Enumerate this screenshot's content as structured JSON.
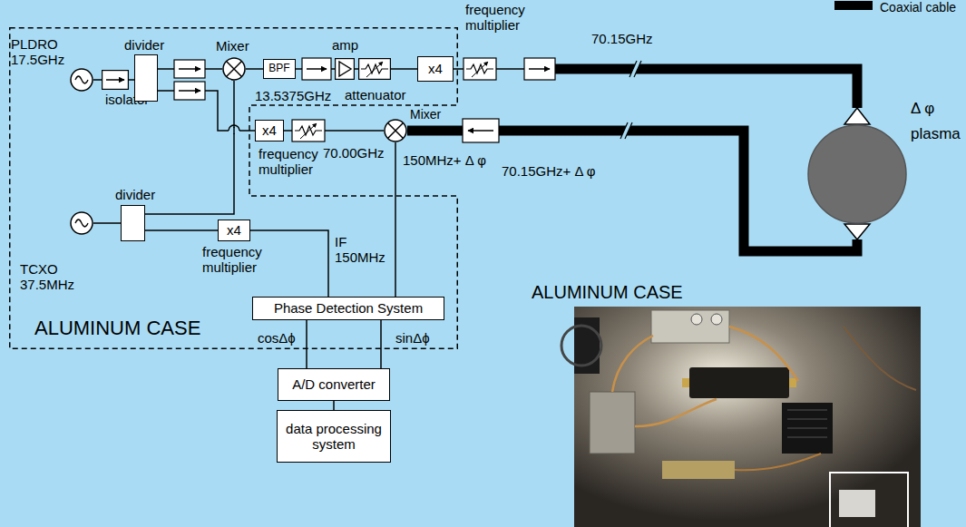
{
  "diagram": {
    "nodes": [
      {
        "text": [
          "ALUMINUM CASE"
        ]
      },
      {
        "text": [
          "PLDRO",
          "17.5GHz"
        ],
        "in": 0
      },
      {
        "text": [
          "isolator"
        ],
        "in": 0
      },
      {
        "text": [
          "divider"
        ],
        "in": 0
      },
      {
        "text": [
          "Mixer"
        ],
        "in": 0
      },
      {
        "text": [
          "BPF",
          "13.5375GHz"
        ],
        "in": 0
      },
      {
        "text": [
          "amp"
        ],
        "in": 0
      },
      {
        "text": [
          "attenuator"
        ],
        "in": 0
      },
      {
        "text": [
          "x4",
          "frequency multiplier"
        ],
        "in": 0
      },
      {
        "text": [
          "Δ φ",
          "plasma"
        ]
      },
      {
        "text": [
          "x4",
          "frequency multiplier"
        ]
      },
      {
        "text": [
          "Mixer"
        ]
      },
      {
        "text": [
          "TCXO",
          "37.5MHz"
        ],
        "in": 0
      },
      {
        "text": [
          "divider"
        ],
        "in": 0
      },
      {
        "text": [
          "x4",
          "frequency multiplier"
        ],
        "in": 0
      },
      {
        "text": [
          "Phase Detection System"
        ],
        "in": 0
      },
      {
        "text": [
          "A/D converter"
        ]
      },
      {
        "text": [
          "data processing system"
        ]
      }
    ],
    "edges": [
      {
        "from": 1,
        "to": 2,
        "arrow": "none"
      },
      {
        "from": 2,
        "to": 3,
        "arrow": "none"
      },
      {
        "from": 3,
        "to": 4,
        "arrow": "none"
      },
      {
        "from": 4,
        "to": 5,
        "arrow": "none"
      },
      {
        "from": 5,
        "to": 6,
        "arrow": "none"
      },
      {
        "from": 6,
        "to": 7,
        "arrow": "none"
      },
      {
        "from": 7,
        "to": 8,
        "arrow": "none"
      },
      {
        "from": 8,
        "to": 9,
        "label": "70.15GHz",
        "arrow": "none"
      },
      {
        "from": 9,
        "to": 11,
        "label": "70.15GHz+ Δ φ",
        "arrow": "none"
      },
      {
        "from": 3,
        "to": 10,
        "arrow": "none"
      },
      {
        "from": 10,
        "to": 11,
        "arrow": "none"
      },
      {
        "from": 12,
        "to": 13,
        "arrow": "none"
      },
      {
        "from": 13,
        "to": 4,
        "arrow": "none"
      },
      {
        "from": 13,
        "to": 14,
        "arrow": "none"
      },
      {
        "from": 14,
        "to": 15,
        "label": "IF 150MHz",
        "arrow": "none"
      },
      {
        "from": 11,
        "to": 15,
        "label": "150MHz+ Δ φ",
        "arrow": "none"
      },
      {
        "from": 15,
        "to": 16,
        "label": "cosΔϕ",
        "arrow": "none"
      },
      {
        "from": 15,
        "to": 16,
        "label": "sinΔϕ",
        "arrow": "none"
      },
      {
        "from": 16,
        "to": 17,
        "arrow": "none"
      }
    ],
    "labels": [
      "70.00GHz",
      "ALUMINUM CASE"
    ],
    "legend": [
      {
        "text": "Coaxial cable"
      }
    ]
  }
}
